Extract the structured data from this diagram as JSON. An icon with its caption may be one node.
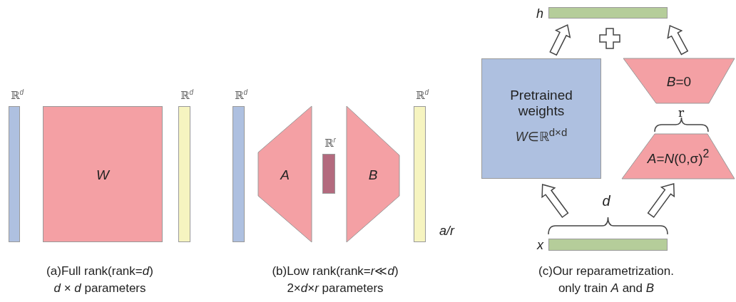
{
  "diagram": {
    "nodes": [
      {
        "text": [
          "ℝ$^{d}$"
        ]
      },
      {
        "text": [
          "W"
        ]
      },
      {
        "text": [
          "ℝ$^{d}$"
        ]
      },
      {
        "text": [
          "ℝ$^{d}$"
        ]
      },
      {
        "text": [
          "A"
        ]
      },
      {
        "text": [
          "ℝ$^{r}$"
        ]
      },
      {
        "text": [
          "B"
        ]
      },
      {
        "text": [
          "ℝ$^{d}$"
        ],
        "beside": [
          "a/r"
        ]
      },
      {
        "text": [
          "h"
        ]
      },
      {
        "text": [
          "Pretrained weights",
          "*W*∈ℝ$^{d×d}$"
        ]
      },
      {
        "text": [
          "*B*=0"
        ]
      },
      {
        "text": [
          "*A*=*N*(0,σ)$^{2}$"
        ]
      },
      {
        "text": [
          "x"
        ]
      }
    ],
    "edges": [
      {
        "from": 12,
        "to": 9,
        "arrow": "to"
      },
      {
        "from": 12,
        "to": 11,
        "arrow": "to"
      },
      {
        "from": 9,
        "to": 8,
        "arrow": "to"
      },
      {
        "from": 10,
        "to": 8,
        "arrow": "to"
      }
    ],
    "labels": [
      "r",
      "d",
      "(a)Full rank(rank=*d*)",
      "(b)Low rank(rank=*r*≪*d*)",
      "(c)Our reparametrization.",
      "*d* × *d* parameters",
      "2×*d*×*r* parameters",
      "only train *A* and *B*"
    ]
  }
}
